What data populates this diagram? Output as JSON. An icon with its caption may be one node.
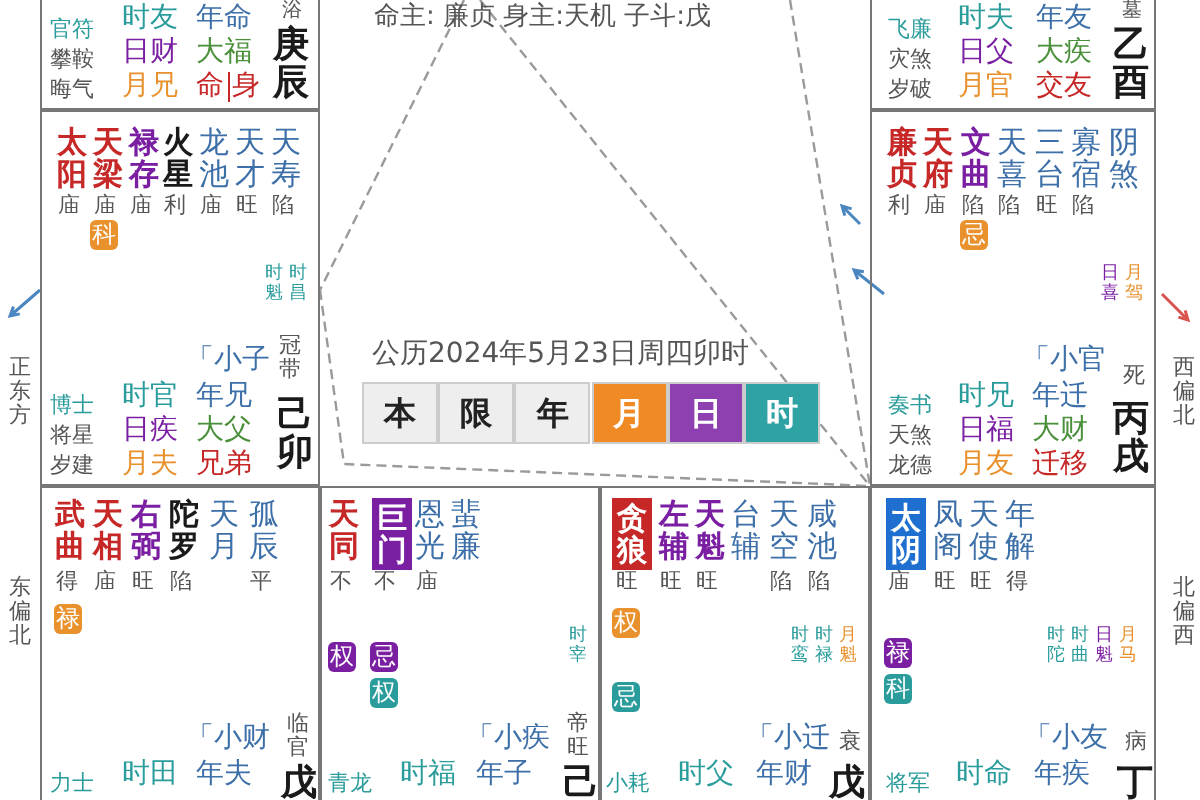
{
  "diagram": {
    "title": "命主: 廉贞 身主:天机 子斗:戊",
    "nodes": [
      {
        "text": [
          "官符",
          "攀鞍",
          "晦气",
          "时友",
          "日财",
          "月兄",
          "年命",
          "大福",
          "命",
          "身",
          "浴",
          "庚辰"
        ]
      },
      {
        "text": [
          "公历2024年5月23日周四卯时"
        ]
      },
      {
        "text": [
          "本"
        ],
        "in": 1
      },
      {
        "text": [
          "限"
        ],
        "in": 1
      },
      {
        "text": [
          "年"
        ],
        "in": 1
      },
      {
        "text": [
          "月"
        ],
        "in": 1
      },
      {
        "text": [
          "日"
        ],
        "in": 1
      },
      {
        "text": [
          "时"
        ],
        "in": 1
      },
      {
        "text": [
          "飞廉",
          "灾煞",
          "岁破",
          "时夫",
          "日父",
          "月官",
          "年友",
          "大疾",
          "交友",
          "墓",
          "乙酉"
        ]
      },
      {
        "text": [
          "太阳",
          "天梁",
          "禄存",
          "火星",
          "龙池",
          "天才",
          "天寿",
          "庙",
          "庙",
          "庙",
          "利",
          "庙",
          "旺",
          "陷",
          "科",
          "时魁",
          "时昌",
          "博士",
          "将星",
          "岁建",
          "时官",
          "日疾",
          "月夫",
          "「小子",
          "年兄",
          "大父",
          "兄弟",
          "冠带",
          "己卯"
        ],
        "beside": [
          "正东方"
        ]
      },
      {
        "text": [
          "廉贞",
          "天府",
          "文曲",
          "天喜",
          "三台",
          "寡宿",
          "阴煞",
          "利",
          "庙",
          "陷",
          "陷",
          "旺",
          "陷",
          "忌",
          "日喜",
          "月驾",
          "奏书",
          "天煞",
          "龙德",
          "时兄",
          "日福",
          "月友",
          "「小官",
          "年迁",
          "大财",
          "迁移",
          "死",
          "丙戌"
        ],
        "beside": [
          "西偏北"
        ]
      },
      {
        "text": [
          "武曲",
          "天相",
          "右弼",
          "陀罗",
          "天月",
          "孤辰",
          "得",
          "庙",
          "旺",
          "陷",
          "平",
          "禄",
          "力士",
          "时田",
          "「小财",
          "年夫",
          "临官",
          "戊"
        ],
        "beside": [
          "东偏北"
        ]
      },
      {
        "text": [
          "天同",
          "巨门",
          "恩光",
          "蜚廉",
          "不",
          "不",
          "庙",
          "权",
          "忌",
          "权",
          "时宰",
          "青龙",
          "时福",
          "「小疾",
          "年子",
          "帝旺",
          "己"
        ]
      },
      {
        "text": [
          "贪狼",
          "左辅",
          "天魁",
          "台辅",
          "天空",
          "咸池",
          "旺",
          "旺",
          "旺",
          "陷",
          "陷",
          "权",
          "忌",
          "时鸾",
          "时禄",
          "月魁",
          "小耗",
          "时父",
          "「小迁",
          "年财",
          "衰",
          "戊"
        ]
      },
      {
        "text": [
          "太阴",
          "凤阁",
          "天使",
          "年解",
          "庙",
          "旺",
          "旺",
          "得",
          "禄",
          "科",
          "时陀",
          "时曲",
          "日魁",
          "月马",
          "将军",
          "时命",
          "「小友",
          "年疾",
          "病",
          "丁"
        ],
        "beside": [
          "北偏西"
        ]
      }
    ],
    "edges": [
      {
        "from": null,
        "to": 9,
        "arrow": "none",
        "style": "dashed"
      },
      {
        "from": null,
        "to": 14,
        "arrow": "none",
        "style": "dashed"
      },
      {
        "from": null,
        "to": 14,
        "arrow": "none",
        "style": "dashed"
      },
      {
        "from": 9,
        "to": 14,
        "arrow": "none",
        "style": "dashed"
      }
    ]
  }
}
